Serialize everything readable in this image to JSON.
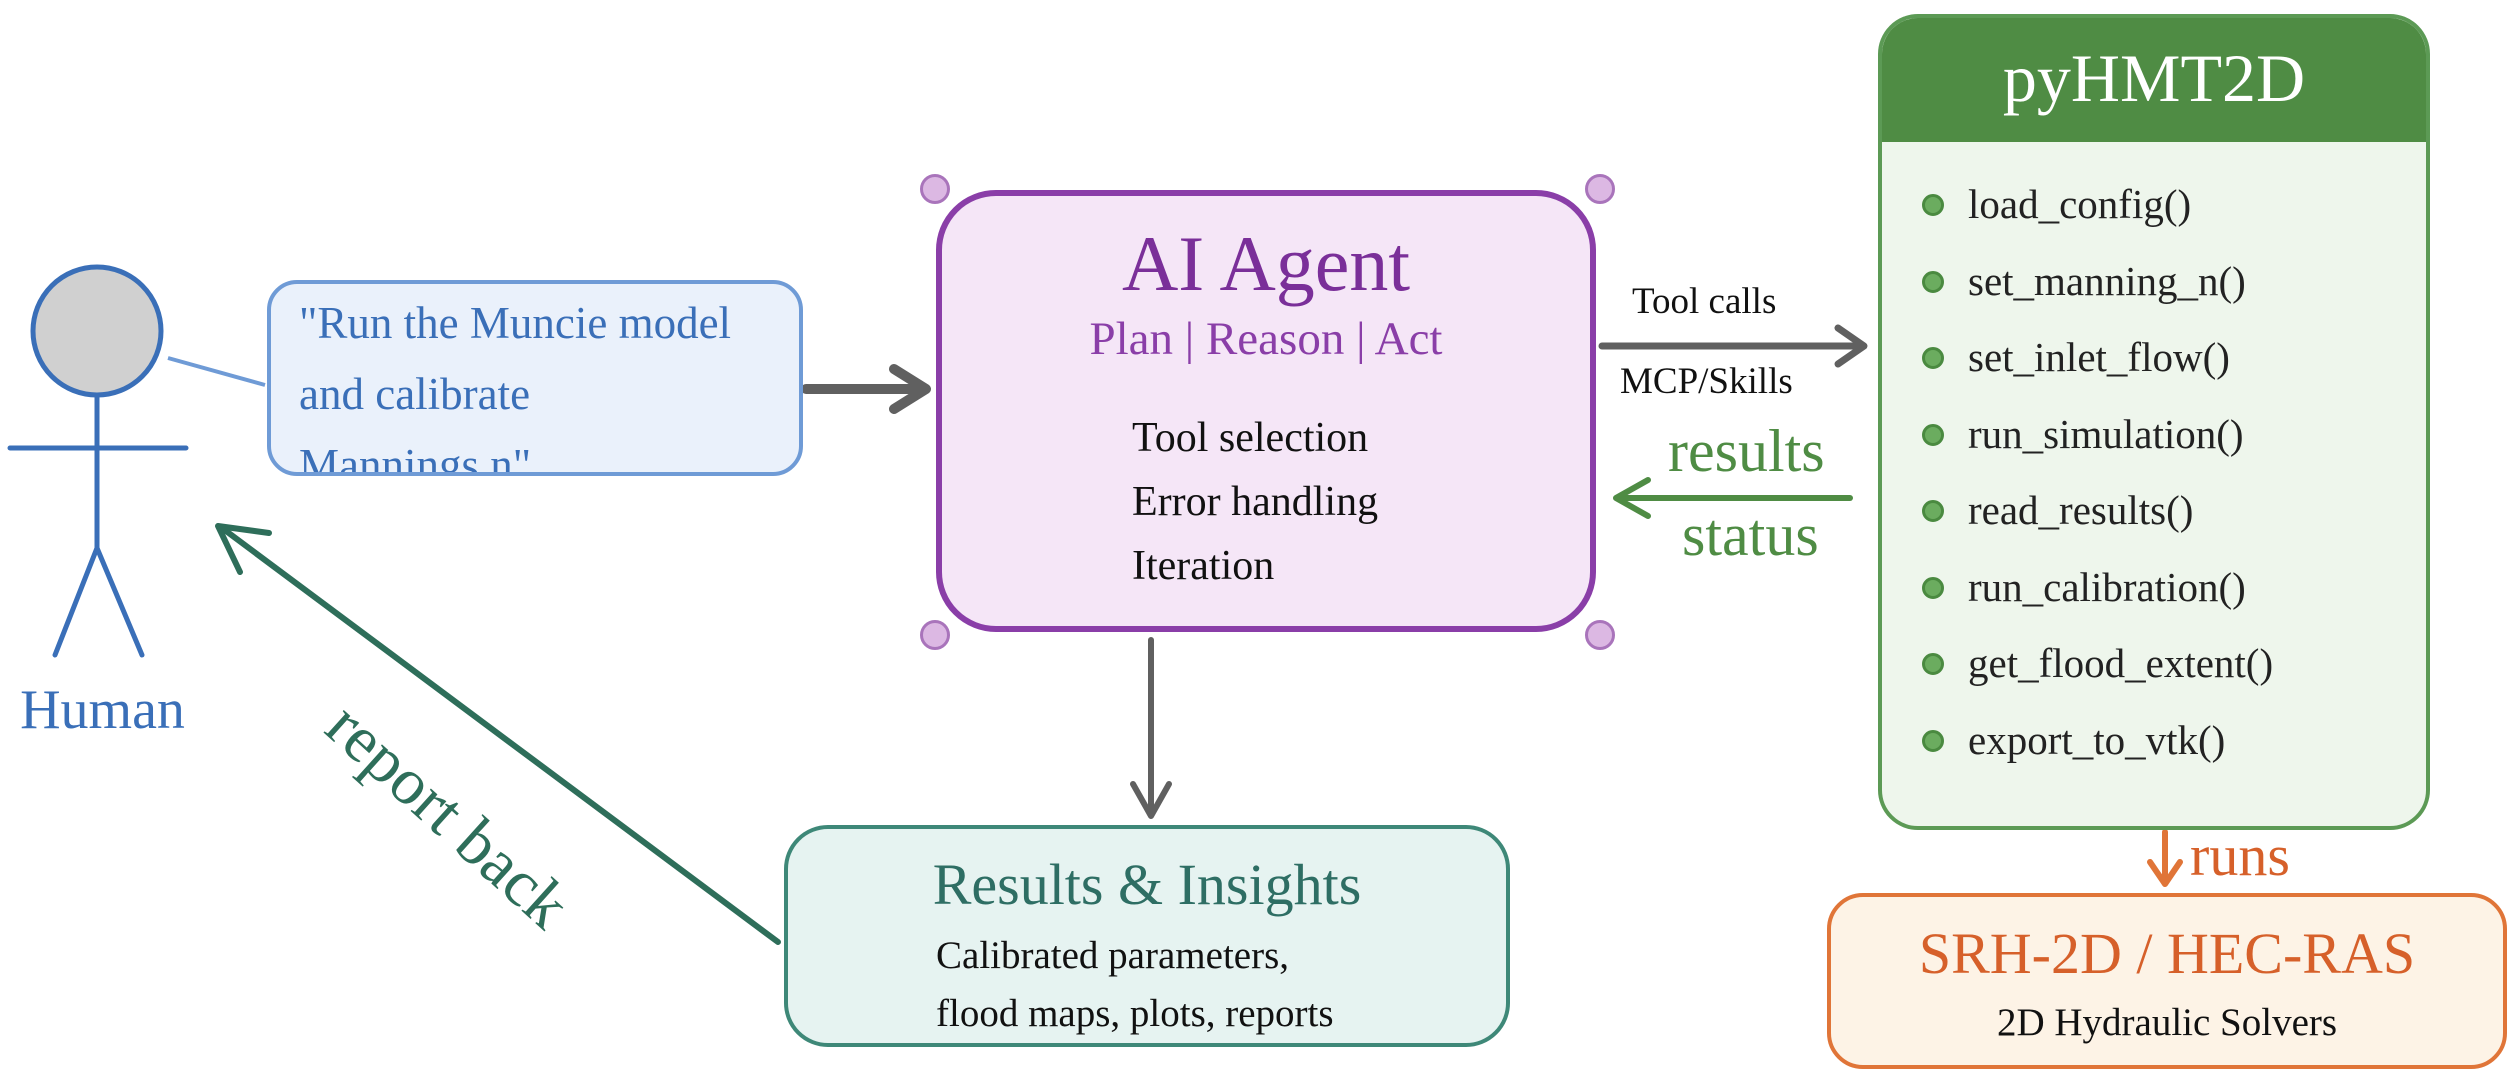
{
  "human": {
    "label": "Human"
  },
  "prompt": {
    "lines": [
      "\"Run the Muncie model",
      "and calibrate",
      "Mannings n\""
    ]
  },
  "agent": {
    "title": "AI Agent",
    "subtitle": "Plan | Reason | Act",
    "items": [
      "Tool selection",
      "Error handling",
      "Iteration"
    ]
  },
  "arrows": {
    "tool_calls": "Tool calls",
    "mcp_skills": "MCP/Skills",
    "results": "results",
    "status": "status",
    "runs": "runs",
    "report_back": "report back"
  },
  "pyhmt2d": {
    "title": "pyHMT2D",
    "functions": [
      "load_config()",
      "set_manning_n()",
      "set_inlet_flow()",
      "run_simulation()",
      "read_results()",
      "run_calibration()",
      "get_flood_extent()",
      "export_to_vtk()"
    ]
  },
  "results": {
    "title": "Results & Insights",
    "lines": [
      "Calibrated parameters,",
      "flood maps, plots, reports"
    ]
  },
  "solver": {
    "title": "SRH-2D / HEC-RAS",
    "subtitle": "2D Hydraulic Solvers"
  },
  "colors": {
    "human": "#3a6fb8",
    "agent": "#8a3ea8",
    "pyhmt2d": "#4f8c44",
    "results": "#2e6e64",
    "solver": "#d6602a",
    "arrow_gray": "#606060"
  }
}
